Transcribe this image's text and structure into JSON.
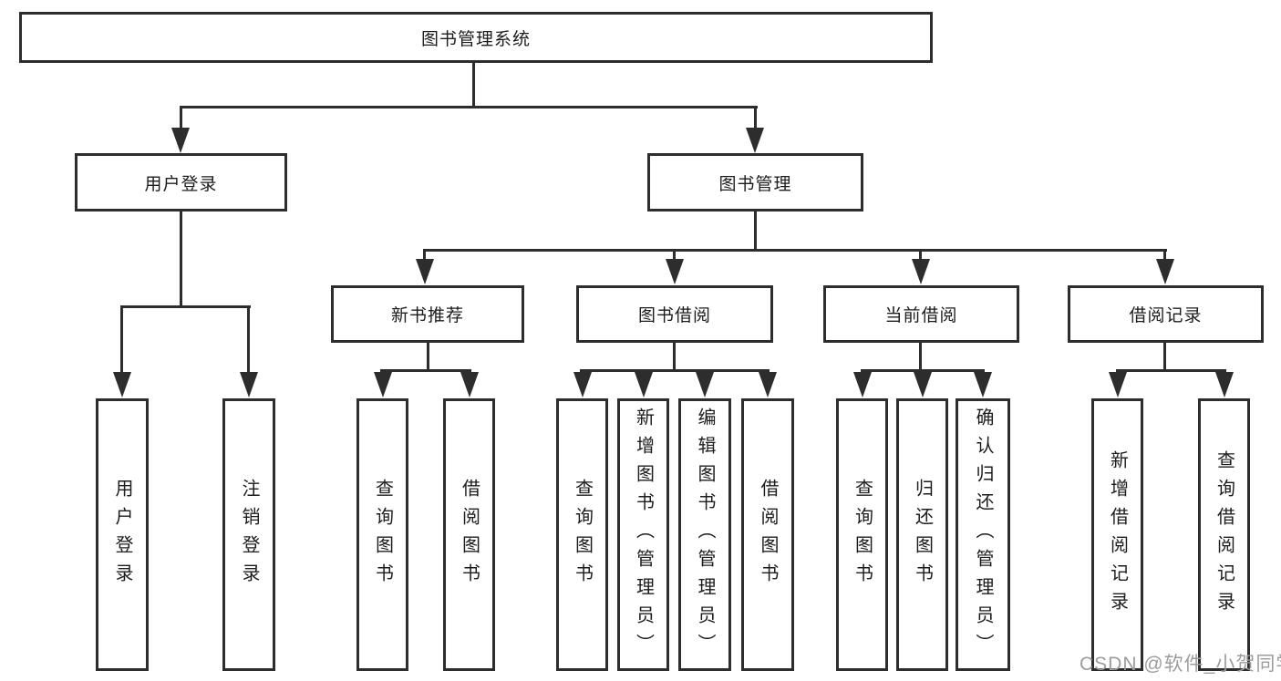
{
  "tree": {
    "root": {
      "label": "图书管理系统",
      "children": [
        {
          "label": "用户登录",
          "children": [
            {
              "label": "用户登录"
            },
            {
              "label": "注销登录"
            }
          ]
        },
        {
          "label": "图书管理",
          "children": [
            {
              "label": "新书推荐",
              "children": [
                {
                  "label": "查询图书"
                },
                {
                  "label": "借阅图书"
                }
              ]
            },
            {
              "label": "图书借阅",
              "children": [
                {
                  "label": "查询图书"
                },
                {
                  "label": "新增图书（管理员）"
                },
                {
                  "label": "编辑图书（管理员）"
                },
                {
                  "label": "借阅图书"
                }
              ]
            },
            {
              "label": "当前借阅",
              "children": [
                {
                  "label": "查询图书"
                },
                {
                  "label": "归还图书"
                },
                {
                  "label": "确认归还（管理员）"
                }
              ]
            },
            {
              "label": "借阅记录",
              "children": [
                {
                  "label": "新增借阅记录"
                },
                {
                  "label": "查询借阅记录"
                }
              ]
            }
          ]
        }
      ]
    }
  },
  "watermark": {
    "text": "CSDN @软件_小贺同学",
    "color": "#9c9c9c"
  },
  "colors": {
    "line": "#2d2d2d",
    "background": "#ffffff",
    "text": "#1c1c1c"
  }
}
